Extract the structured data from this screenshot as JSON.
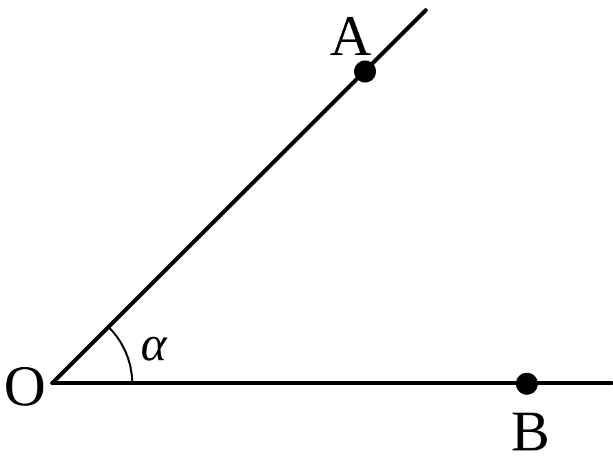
{
  "diagram": {
    "labels": {
      "origin": "O",
      "point_a": "A",
      "point_b": "B",
      "angle": "α"
    },
    "colors": {
      "stroke": "#000000",
      "background": "#ffffff"
    }
  }
}
